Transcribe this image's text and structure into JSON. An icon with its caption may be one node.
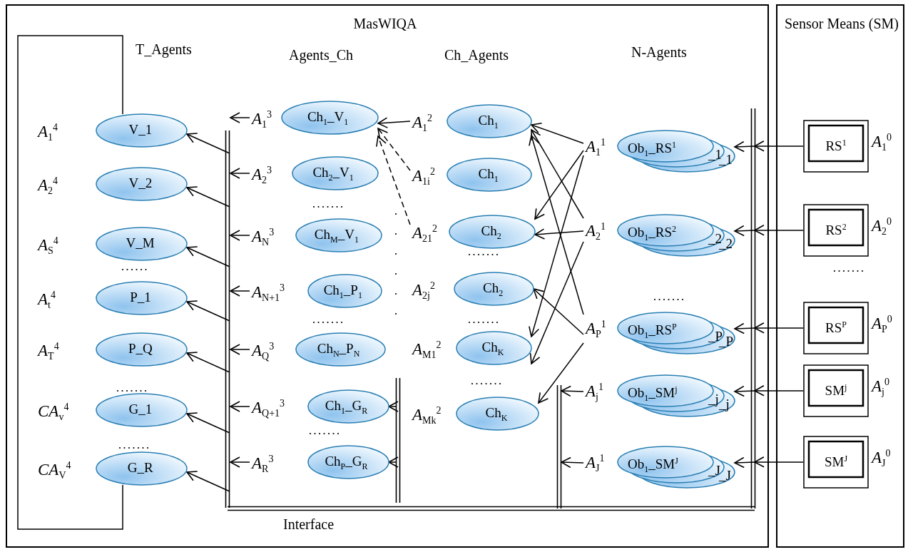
{
  "diagram": {
    "nodes": [
      {
        "text": [
          "MasWIQA"
        ]
      },
      {
        "text": [
          "Sensor Means (SM)"
        ]
      },
      {
        "text": [
          "V_1"
        ],
        "beside": [
          "*A*$_{1}$$^{4}$"
        ],
        "in": 0
      },
      {
        "text": [
          "V_2"
        ],
        "beside": [
          "*A*$_{2}$$^{4}$"
        ],
        "in": 0
      },
      {
        "text": [
          "V_M"
        ],
        "beside": [
          "*A*$_{S}$$^{4}$"
        ],
        "in": 0
      },
      {
        "text": [
          "P_1"
        ],
        "beside": [
          "*A*$_{t}$$^{4}$"
        ],
        "in": 0
      },
      {
        "text": [
          "P_Q"
        ],
        "beside": [
          "*A*$_{T}$$^{4}$"
        ],
        "in": 0
      },
      {
        "text": [
          "G_1"
        ],
        "beside": [
          "*CA*$_{v}$$^{4}$"
        ],
        "in": 0
      },
      {
        "text": [
          "G_R"
        ],
        "beside": [
          "*CA*$_{V}$$^{4}$"
        ],
        "in": 0
      },
      {
        "text": [
          "Ch$_{1}$_V$_{1}$"
        ],
        "beside": [
          "*A*$_{1}$$^{3}$"
        ],
        "in": 0
      },
      {
        "text": [
          "Ch$_{2}$_V$_{1}$"
        ],
        "beside": [
          "*A*$_{2}$$^{3}$"
        ],
        "in": 0
      },
      {
        "text": [
          "Ch$_{M}$_V$_{1}$"
        ],
        "beside": [
          "*A*$_{N}$$^{3}$"
        ],
        "in": 0
      },
      {
        "text": [
          "Ch$_{1}$_P$_{1}$"
        ],
        "beside": [
          "*A*$_{N+1}$$^{3}$"
        ],
        "in": 0
      },
      {
        "text": [
          "Ch$_{N}$_P$_{N}$"
        ],
        "beside": [
          "*A*$_{Q}$$^{3}$"
        ],
        "in": 0
      },
      {
        "text": [
          "Ch$_{1}$_G$_{R}$"
        ],
        "beside": [
          "*A*$_{Q+1}$$^{3}$"
        ],
        "in": 0
      },
      {
        "text": [
          "Ch$_{P}$_G$_{R}$"
        ],
        "beside": [
          "*A*$_{R}$$^{3}$"
        ],
        "in": 0
      },
      {
        "text": [
          "Ch$_{1}$"
        ],
        "beside": [
          "*A*$_{1}$$^{2}$"
        ],
        "in": 0
      },
      {
        "text": [
          "Ch$_{1}$"
        ],
        "beside": [
          "*A*$_{1i}$$^{2}$"
        ],
        "in": 0
      },
      {
        "text": [
          "Ch$_{2}$"
        ],
        "beside": [
          "*A*$_{21}$$^{2}$"
        ],
        "in": 0
      },
      {
        "text": [
          "Ch$_{2}$"
        ],
        "beside": [
          "*A*$_{2j}$$^{2}$"
        ],
        "in": 0
      },
      {
        "text": [
          "Ch$_{K}$"
        ],
        "beside": [
          "*A*$_{M1}$$^{2}$"
        ],
        "in": 0
      },
      {
        "text": [
          "Ch$_{K}$"
        ],
        "beside": [
          "*A*$_{Mk}$$^{2}$"
        ],
        "in": 0
      },
      {
        "text": [
          "Ob$_{1}$_RS$^{1}$",
          "_1",
          "_1"
        ],
        "beside": [
          "*A*$_{1}$$^{1}$"
        ],
        "in": 0
      },
      {
        "text": [
          "Ob$_{1}$_RS$^{2}$",
          "_2",
          "_2"
        ],
        "beside": [
          "*A*$_{2}$$^{1}$"
        ],
        "in": 0
      },
      {
        "text": [
          "Ob$_{1}$_RS$^{P}$",
          "_P",
          "_P"
        ],
        "beside": [
          "*A*$_{P}$$^{1}$"
        ],
        "in": 0
      },
      {
        "text": [
          "Ob$_{1}$_SM$^{j}$",
          "_j",
          "_j"
        ],
        "beside": [
          "*A*$_{j}$$^{1}$"
        ],
        "in": 0
      },
      {
        "text": [
          "Ob$_{1}$_SM$^{J}$",
          "_J",
          "_J"
        ],
        "beside": [
          "*A*$_{J}$$^{1}$"
        ],
        "in": 0
      },
      {
        "text": [
          "RS$^{1}$"
        ],
        "beside": [
          "*A*$_{1}$$^{0}$"
        ],
        "in": 1
      },
      {
        "text": [
          "RS$^{2}$"
        ],
        "beside": [
          "*A*$_{2}$$^{0}$"
        ],
        "in": 1
      },
      {
        "text": [
          "RS$^{P}$"
        ],
        "beside": [
          "*A*$_{P}$$^{0}$"
        ],
        "in": 1
      },
      {
        "text": [
          "SM$^{j}$"
        ],
        "beside": [
          "*A*$_{j}$$^{0}$"
        ],
        "in": 1
      },
      {
        "text": [
          "SM$^{J}$"
        ],
        "beside": [
          "*A*$_{J}$$^{0}$"
        ],
        "in": 1
      }
    ],
    "edges": [
      {
        "from": null,
        "to": 2,
        "arrow": "to"
      },
      {
        "from": null,
        "to": 3,
        "arrow": "to"
      },
      {
        "from": null,
        "to": 4,
        "arrow": "to"
      },
      {
        "from": null,
        "to": 5,
        "arrow": "to"
      },
      {
        "from": null,
        "to": 6,
        "arrow": "to"
      },
      {
        "from": null,
        "to": 7,
        "arrow": "to"
      },
      {
        "from": null,
        "to": 8,
        "arrow": "to"
      },
      {
        "from": 9,
        "to": null,
        "arrow": "to"
      },
      {
        "from": 10,
        "to": null,
        "arrow": "to"
      },
      {
        "from": 11,
        "to": null,
        "arrow": "to"
      },
      {
        "from": 12,
        "to": null,
        "arrow": "to"
      },
      {
        "from": 13,
        "to": null,
        "arrow": "to"
      },
      {
        "from": 14,
        "to": null,
        "arrow": "to"
      },
      {
        "from": 15,
        "to": null,
        "arrow": "to"
      },
      {
        "from": null,
        "to": 14,
        "arrow": "to"
      },
      {
        "from": null,
        "to": 15,
        "arrow": "to"
      },
      {
        "from": 16,
        "to": 9,
        "arrow": "to"
      },
      {
        "from": 17,
        "to": 9,
        "arrow": "to",
        "style": "dashed"
      },
      {
        "from": 18,
        "to": 9,
        "arrow": "to",
        "style": "dashed"
      },
      {
        "from": 22,
        "to": 16,
        "arrow": "to"
      },
      {
        "from": 23,
        "to": 16,
        "arrow": "to"
      },
      {
        "from": 24,
        "to": 16,
        "arrow": "to"
      },
      {
        "from": 22,
        "to": 18,
        "arrow": "to"
      },
      {
        "from": 23,
        "to": 18,
        "arrow": "to"
      },
      {
        "from": 22,
        "to": 20,
        "arrow": "to"
      },
      {
        "from": 23,
        "to": 20,
        "arrow": "to"
      },
      {
        "from": 24,
        "to": 19,
        "arrow": "to"
      },
      {
        "from": 24,
        "to": 21,
        "arrow": "to"
      },
      {
        "from": 25,
        "to": null,
        "arrow": "to"
      },
      {
        "from": 26,
        "to": null,
        "arrow": "to"
      },
      {
        "from": 27,
        "to": 22,
        "arrow": "to"
      },
      {
        "from": 28,
        "to": 23,
        "arrow": "to"
      },
      {
        "from": 29,
        "to": 24,
        "arrow": "to"
      },
      {
        "from": 30,
        "to": 25,
        "arrow": "to"
      },
      {
        "from": 31,
        "to": 26,
        "arrow": "to"
      },
      {
        "from": 8,
        "to": 2,
        "arrow": "none"
      }
    ],
    "labels": [
      "T_Agents",
      "Agents_Ch",
      "Ch_Agents",
      "N-Agents",
      "Interface"
    ]
  }
}
